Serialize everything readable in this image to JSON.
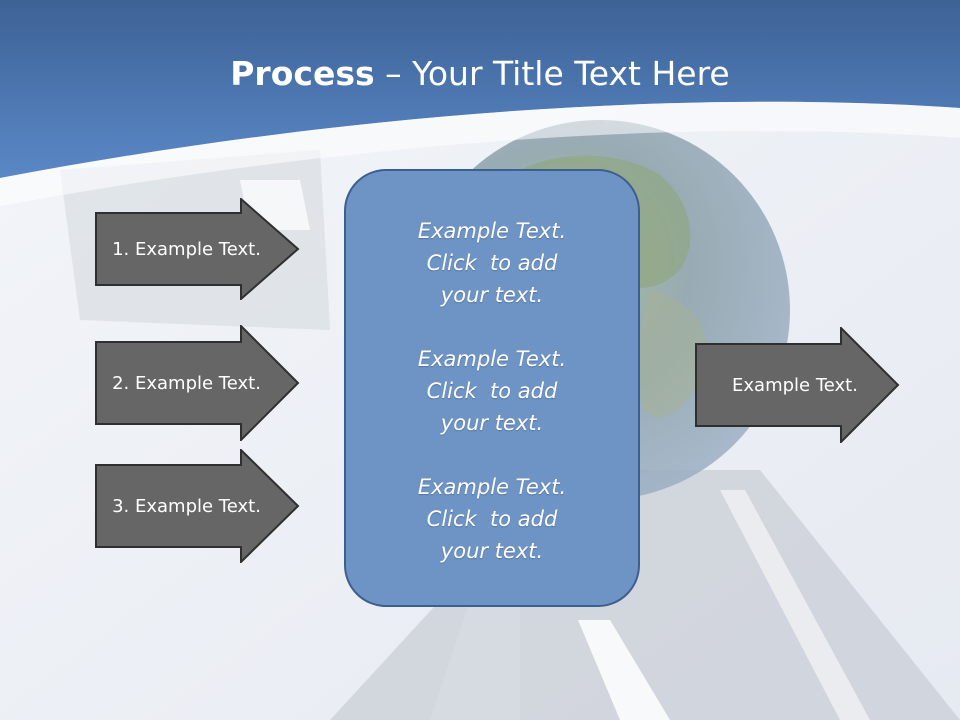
{
  "title": {
    "bold": "Process",
    "rest": " – Your Title Text Here"
  },
  "colors": {
    "header_top": "#3d6296",
    "header_bottom": "#5a88c6",
    "arrow_fill": "#666666",
    "arrow_stroke": "#2f2f2f",
    "box_fill": "#6e94c6",
    "box_stroke": "#3d5f8f"
  },
  "input_arrows": [
    {
      "label": "1. Example Text."
    },
    {
      "label": "2. Example Text."
    },
    {
      "label": "3. Example Text."
    }
  ],
  "center_box": {
    "items": [
      {
        "lines": [
          "Example Text.",
          "Click  to add",
          "your text."
        ]
      },
      {
        "lines": [
          "Example Text.",
          "Click  to add",
          "your text."
        ]
      },
      {
        "lines": [
          "Example Text.",
          "Click  to add",
          "your text."
        ]
      }
    ]
  },
  "output_arrow": {
    "label": "Example Text."
  },
  "background_icon": "globe-on-road"
}
